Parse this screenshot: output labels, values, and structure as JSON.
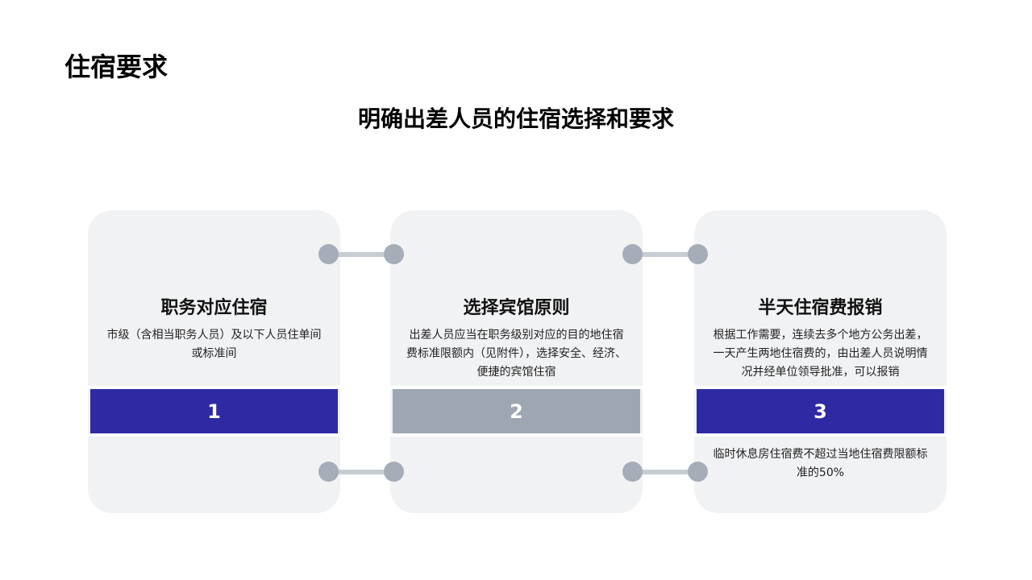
{
  "page": {
    "title": "住宿要求",
    "subtitle": "明确出差人员的住宿选择和要求"
  },
  "colors": {
    "accent": "#2e2aa3",
    "inactive": "#9ea6b2",
    "card": "#f1f2f4"
  },
  "cards": [
    {
      "heading": "职务对应住宿",
      "desc": "市级（含相当职务人员）及以下人员住单间或标准间",
      "number": "1",
      "note": ""
    },
    {
      "heading": "选择宾馆原则",
      "desc": "出差人员应当在职务级别对应的目的地住宿费标准限额内（见附件），选择安全、经济、便捷的宾馆住宿",
      "number": "2",
      "note": ""
    },
    {
      "heading": "半天住宿费报销",
      "desc": "根据工作需要，连续去多个地方公务出差，一天产生两地住宿费的，由出差人员说明情况并经单位领导批准，可以报销",
      "number": "3",
      "note": "临时休息房住宿费不超过当地住宿费限额标准的50%"
    }
  ]
}
